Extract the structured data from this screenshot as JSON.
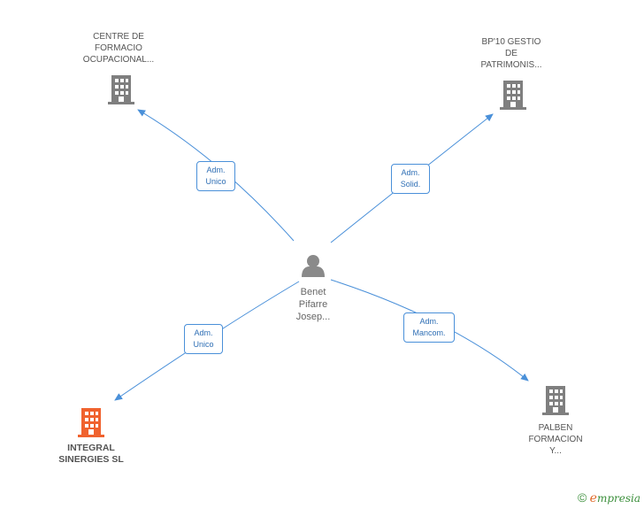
{
  "colors": {
    "edge": "#4a90d9",
    "building": "#7f7f7f",
    "building_main": "#f0622e",
    "person": "#8a8a8a"
  },
  "center": {
    "name_lines": [
      "Benet",
      "Pifarre",
      "Josep..."
    ],
    "icon": "person-icon"
  },
  "nodes": [
    {
      "id": "centre",
      "name_lines": [
        "CENTRE DE",
        "FORMACIO",
        "OCUPACIONAL..."
      ],
      "icon": "building-icon"
    },
    {
      "id": "bp10",
      "name_lines": [
        "BP'10 GESTIO",
        "DE",
        "PATRIMONIS..."
      ],
      "icon": "building-icon"
    },
    {
      "id": "integral",
      "name_lines": [
        "INTEGRAL",
        "SINERGIES SL"
      ],
      "icon": "building-icon"
    },
    {
      "id": "palben",
      "name_lines": [
        "PALBEN",
        "FORMACION",
        "Y..."
      ],
      "icon": "building-icon"
    }
  ],
  "edges": [
    {
      "to": "centre",
      "label_lines": [
        "Adm.",
        "Unico"
      ]
    },
    {
      "to": "bp10",
      "label_lines": [
        "Adm.",
        "Solid."
      ]
    },
    {
      "to": "integral",
      "label_lines": [
        "Adm.",
        "Unico"
      ]
    },
    {
      "to": "palben",
      "label_lines": [
        "Adm.",
        "Mancom."
      ]
    }
  ],
  "brand": {
    "copyright": "©",
    "e": "e",
    "rest": "mpresia"
  }
}
